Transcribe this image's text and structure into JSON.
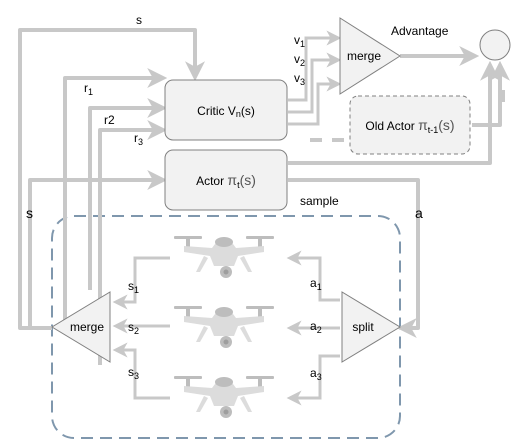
{
  "diagram": {
    "nodes": {
      "critic": {
        "label": "Critic V",
        "sub": "n",
        "tail": "(s)"
      },
      "actor": {
        "label": "Actor ",
        "greek": "π",
        "sub": "t",
        "tail": "(s)"
      },
      "old_actor": {
        "label": "Old Actor ",
        "greek": "π",
        "sub": "t-1",
        "tail": "(s)"
      },
      "merge_top": {
        "label": "merge"
      },
      "merge_bottom": {
        "label": "merge"
      },
      "split": {
        "label": "split"
      }
    },
    "labels": {
      "s_top": "s",
      "s_left": "s",
      "advantage": "Advantage",
      "sample": "sample",
      "a_right": "a",
      "v1": {
        "main": "v",
        "sub": "1"
      },
      "v2": {
        "main": "v",
        "sub": "2"
      },
      "v3": {
        "main": "v",
        "sub": "3"
      },
      "r1": {
        "main": "r",
        "sub": "1"
      },
      "r2": "r2",
      "r3": {
        "main": "r",
        "sub": "3"
      },
      "s1": {
        "main": "s",
        "sub": "1"
      },
      "s2": {
        "main": "s",
        "sub": "2"
      },
      "s3": {
        "main": "s",
        "sub": "3"
      },
      "a1": {
        "main": "a",
        "sub": "1"
      },
      "a2": {
        "main": "a",
        "sub": "2"
      },
      "a3": {
        "main": "a",
        "sub": "3"
      }
    },
    "icons": [
      "drone-icon",
      "drone-icon",
      "drone-icon"
    ],
    "colors": {
      "arrow": "#c8c8c8",
      "box_fill": "#f2f2f2",
      "box_stroke": "#808080",
      "dashed_group": "#7f97ad"
    }
  }
}
